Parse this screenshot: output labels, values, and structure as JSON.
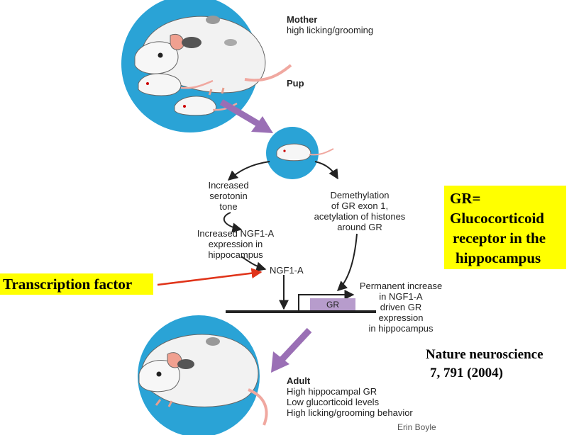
{
  "mother": {
    "title": "Mother",
    "desc": "high licking/grooming"
  },
  "pup": {
    "title": "Pup"
  },
  "left_path": {
    "step1": [
      "Increased",
      "serotonin",
      "tone"
    ],
    "step2": [
      "Increased NGF1-A",
      "expression in",
      "hippocampus"
    ],
    "ngf": "NGF1-A"
  },
  "right_path": {
    "step1": [
      "Demethylation",
      "of GR exon 1,",
      "acetylation of histones",
      "around GR"
    ]
  },
  "gene": {
    "label": "GR"
  },
  "outcome": [
    "Permanent increase",
    "in NGF1-A",
    "driven GR",
    "expression",
    "in hippocampus"
  ],
  "adult": {
    "title": "Adult",
    "lines": [
      "High hippocampal GR",
      "Low glucorticoid levels",
      "High licking/grooming behavior"
    ]
  },
  "credit": "Erin Boyle",
  "callouts": {
    "transcription_factor": "Transcription factor",
    "gr_definition": [
      "GR=",
      "Glucocorticoid",
      "receptor in the",
      "hippocampus"
    ]
  },
  "citation": [
    "Nature neuroscience",
    "7, 791 (2004)"
  ],
  "colors": {
    "circle": "#2aa3d6",
    "arrow_purple": "#9a6fb5",
    "arrow_red": "#e0341a",
    "gene_box": "#b79ccc",
    "highlight": "#ffff00"
  }
}
